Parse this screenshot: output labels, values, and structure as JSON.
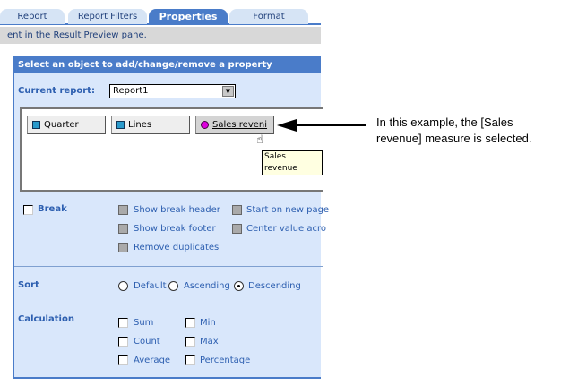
{
  "tabs": [
    "Report",
    "Report Filters",
    "Properties",
    "Format"
  ],
  "info": "ent in the Result Preview pane.",
  "panel": {
    "title": "Select an object to add/change/remove a property",
    "current_report_label": "Current report:",
    "current_report": "Report1",
    "objects": [
      "Quarter",
      "Lines",
      "Sales reveni"
    ],
    "tooltip": "Sales revenue",
    "break": {
      "label": "Break",
      "options": [
        "Show break header",
        "Show break footer",
        "Remove duplicates",
        "Start on new page",
        "Center value acro"
      ]
    },
    "sort": {
      "label": "Sort",
      "options": [
        "Default",
        "Ascending",
        "Descending"
      ],
      "selected": "Descending"
    },
    "calculation": {
      "label": "Calculation",
      "options": [
        "Sum",
        "Count",
        "Average",
        "Min",
        "Max",
        "Percentage"
      ]
    }
  },
  "annotation": {
    "line1": "In this example, the [Sales",
    "line2": "revenue] measure is selected."
  }
}
